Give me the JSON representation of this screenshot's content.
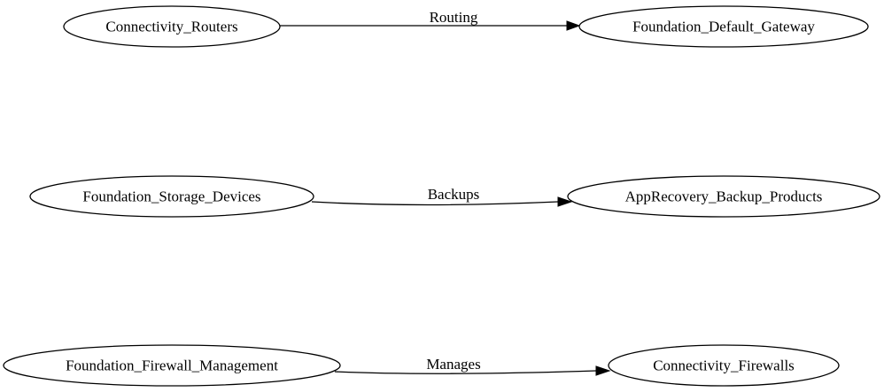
{
  "nodes": [
    {
      "id": "connectivity_routers",
      "label": "Connectivity_Routers"
    },
    {
      "id": "foundation_default_gateway",
      "label": "Foundation_Default_Gateway"
    },
    {
      "id": "foundation_storage_devices",
      "label": "Foundation_Storage_Devices"
    },
    {
      "id": "apprecovery_backup_products",
      "label": "AppRecovery_Backup_Products"
    },
    {
      "id": "foundation_firewall_management",
      "label": "Foundation_Firewall_Management"
    },
    {
      "id": "connectivity_firewalls",
      "label": "Connectivity_Firewalls"
    }
  ],
  "edges": [
    {
      "from": "connectivity_routers",
      "to": "foundation_default_gateway",
      "label": "Routing"
    },
    {
      "from": "foundation_storage_devices",
      "to": "apprecovery_backup_products",
      "label": "Backups"
    },
    {
      "from": "foundation_firewall_management",
      "to": "connectivity_firewalls",
      "label": "Manages"
    }
  ]
}
